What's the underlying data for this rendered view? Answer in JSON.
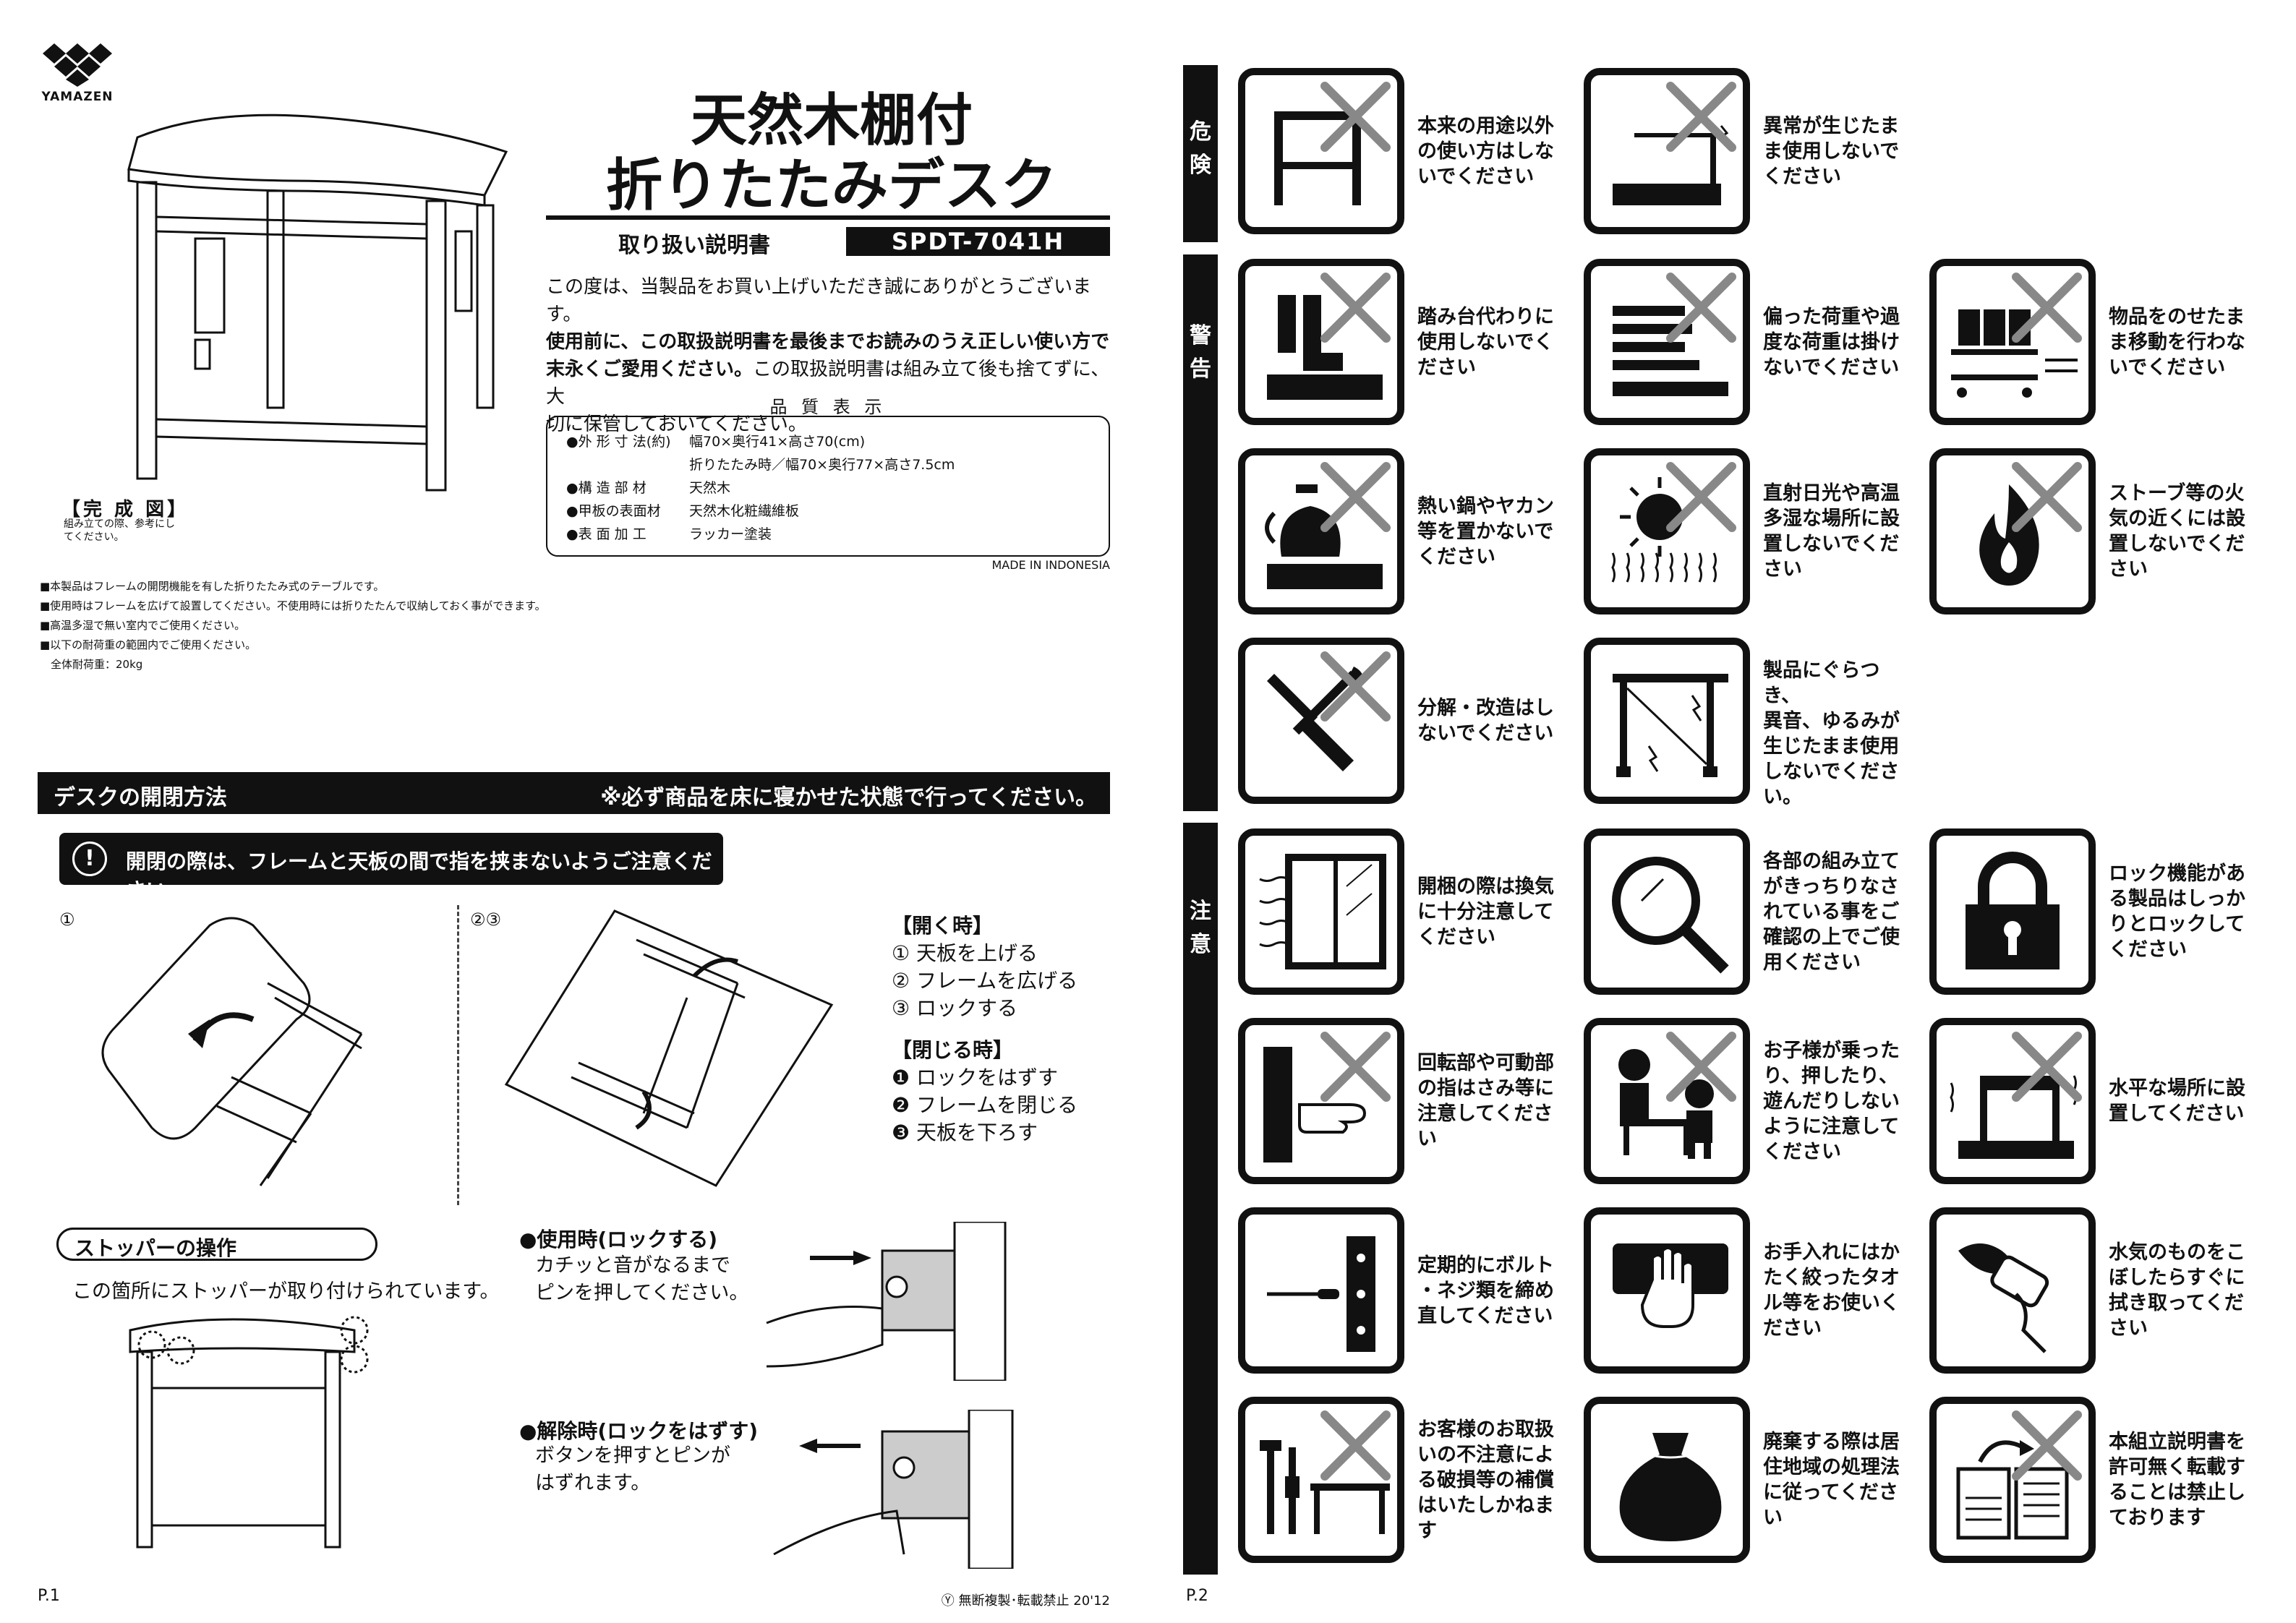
{
  "brand": "YAMAZEN",
  "product": {
    "title_line1": "天然木棚付",
    "title_line2": "折りたたみデスク",
    "manual_label": "取り扱い説明書",
    "model": "SPDT-7041H"
  },
  "intro": {
    "line1": "この度は、当製品をお買い上げいただき誠にありがとうございます。",
    "line2": "使用前に、この取扱説明書を最後までお読みのうえ正しい使い方で",
    "line3": "末永くご愛用ください。",
    "line3b": "この取扱説明書は組み立て後も捨てずに、大",
    "line4": "切に保管しておいてください。"
  },
  "quality": {
    "title": "品 質 表 示",
    "rows": [
      {
        "label": "●外 形 寸 法(約)",
        "value": "幅70×奥行41×高さ70(cm)"
      },
      {
        "label": "",
        "value": "折りたたみ時／幅70×奥行77×高さ7.5cm"
      },
      {
        "label": "●構 造 部 材",
        "value": "天然木"
      },
      {
        "label": "●甲板の表面材",
        "value": "天然木化粧繊維板"
      },
      {
        "label": "●表 面 加 工",
        "value": "ラッカー塗装"
      }
    ],
    "made_in": "MADE IN INDONESIA"
  },
  "complete": {
    "label": "【完 成 図】",
    "note": "組み立ての際、参考にしてください。"
  },
  "notes": [
    "■本製品はフレームの開閉機能を有した折りたたみ式のテーブルです。",
    "■使用時はフレームを広げて設置してください。不使用時には折りたたんで収納しておく事ができます。",
    "■高温多湿で無い室内でご使用ください。",
    "■以下の耐荷重の範囲内でご使用ください。",
    "　全体耐荷重：20kg"
  ],
  "section": {
    "title": "デスクの開閉方法",
    "note": "※必ず商品を床に寝かせた状態で行ってください。"
  },
  "caution_pill": {
    "icon": "!",
    "text": "開閉の際は、フレームと天板の間で指を挟まないようご注意ください。"
  },
  "steps": {
    "one": "①",
    "twothree": "②③"
  },
  "open": {
    "heading": "【開く時】",
    "items": [
      "① 天板を上げる",
      "② フレームを広げる",
      "③ ロックする"
    ]
  },
  "close": {
    "heading": "【閉じる時】",
    "items": [
      "❶ ロックをはずす",
      "❷ フレームを閉じる",
      "❸ 天板を下ろす"
    ]
  },
  "stopper": {
    "title": "ストッパーの操作",
    "desc": "この箇所にストッパーが取り付けられています。"
  },
  "lock": {
    "heading": "●使用時(ロックする)",
    "line1": "カチッと音がなるまで",
    "line2": "ピンを押してください。"
  },
  "unlock": {
    "heading": "●解除時(ロックをはずす)",
    "line1": "ボタンを押すとピンが",
    "line2": "はずれます。"
  },
  "footer": {
    "page1": "P.1",
    "copyright": "Ⓨ 無断複製･転載禁止 20'12",
    "page2": "P.2"
  },
  "tabs": {
    "danger": [
      "危",
      "険"
    ],
    "warning": [
      "警",
      "告"
    ],
    "caution": [
      "注",
      "意"
    ]
  },
  "pictograms": [
    {
      "icon": "misuse-desk-icon",
      "caption": [
        "本来の用途以外",
        "の使い方はしな",
        "いでください"
      ]
    },
    {
      "icon": "abnormal-use-icon",
      "caption": [
        "異常が生じたま",
        "ま使用しないで",
        "ください"
      ]
    },
    {
      "icon": "stepstool-icon",
      "caption": [
        "踏み台代わりに",
        "使用しないでく",
        "ださい"
      ]
    },
    {
      "icon": "uneven-load-icon",
      "caption": [
        "偏った荷重や過",
        "度な荷重は掛け",
        "ないでください"
      ]
    },
    {
      "icon": "moving-load-icon",
      "caption": [
        "物品をのせたま",
        "ま移動を行わな",
        "いでください"
      ]
    },
    {
      "icon": "hot-kettle-icon",
      "caption": [
        "熱い鍋やヤカン",
        "等を置かないで",
        "ください"
      ]
    },
    {
      "icon": "sunlight-humidity-icon",
      "caption": [
        "直射日光や高温",
        "多湿な場所に設",
        "置しないでくだ",
        "さい"
      ]
    },
    {
      "icon": "stove-fire-icon",
      "caption": [
        "ストーブ等の火",
        "気の近くには設",
        "置しないでくだ",
        "さい"
      ]
    },
    {
      "icon": "disassemble-icon",
      "caption": [
        "分解・改造はし",
        "ないでください"
      ]
    },
    {
      "icon": "wobbly-product-icon",
      "caption": [
        "製品にぐらつき、",
        "異音、ゆるみが",
        "生じたまま使用",
        "しないでくださ",
        "い。"
      ]
    },
    {
      "icon": "ventilation-icon",
      "caption": [
        "開梱の際は換気",
        "に十分注意して",
        "ください"
      ]
    },
    {
      "icon": "magnifier-icon",
      "caption": [
        "各部の組み立て",
        "がきっちりなさ",
        "れている事をご",
        "確認の上でご使",
        "用ください"
      ]
    },
    {
      "icon": "padlock-icon",
      "caption": [
        "ロック機能があ",
        "る製品はしっか",
        "りとロックして",
        "ください"
      ]
    },
    {
      "icon": "finger-pinch-icon",
      "caption": [
        "回転部や可動部",
        "の指はさみ等に",
        "注意してくださ",
        "い"
      ]
    },
    {
      "icon": "children-icon",
      "caption": [
        "お子様が乗った",
        "り、押したり、",
        "遊んだりしない",
        "ように注意して",
        "ください"
      ]
    },
    {
      "icon": "level-surface-icon",
      "caption": [
        "水平な場所に設",
        "置してください"
      ]
    },
    {
      "icon": "screwdriver-bolt-icon",
      "caption": [
        "定期的にボルト",
        "・ネジ類を締め",
        "直してください"
      ]
    },
    {
      "icon": "wiping-cloth-icon",
      "caption": [
        "お手入れにはか",
        "たく絞ったタオ",
        "ル等をお使いく",
        "ださい"
      ]
    },
    {
      "icon": "wipe-water-icon",
      "caption": [
        "水気のものをこ",
        "ぼしたらすぐに",
        "拭き取ってくだ",
        "さい"
      ]
    },
    {
      "icon": "improper-handling-icon",
      "caption": [
        "お客様のお取扱",
        "いの不注意によ",
        "る破損等の補償",
        "はいたしかねま",
        "す"
      ]
    },
    {
      "icon": "disposal-bag-icon",
      "caption": [
        "廃棄する際は居",
        "住地域の処理法",
        "に従ってくださ",
        "い"
      ]
    },
    {
      "icon": "no-copy-icon",
      "caption": [
        "本組立説明書を",
        "許可無く転載す",
        "ることは禁止し",
        "ております"
      ]
    }
  ]
}
